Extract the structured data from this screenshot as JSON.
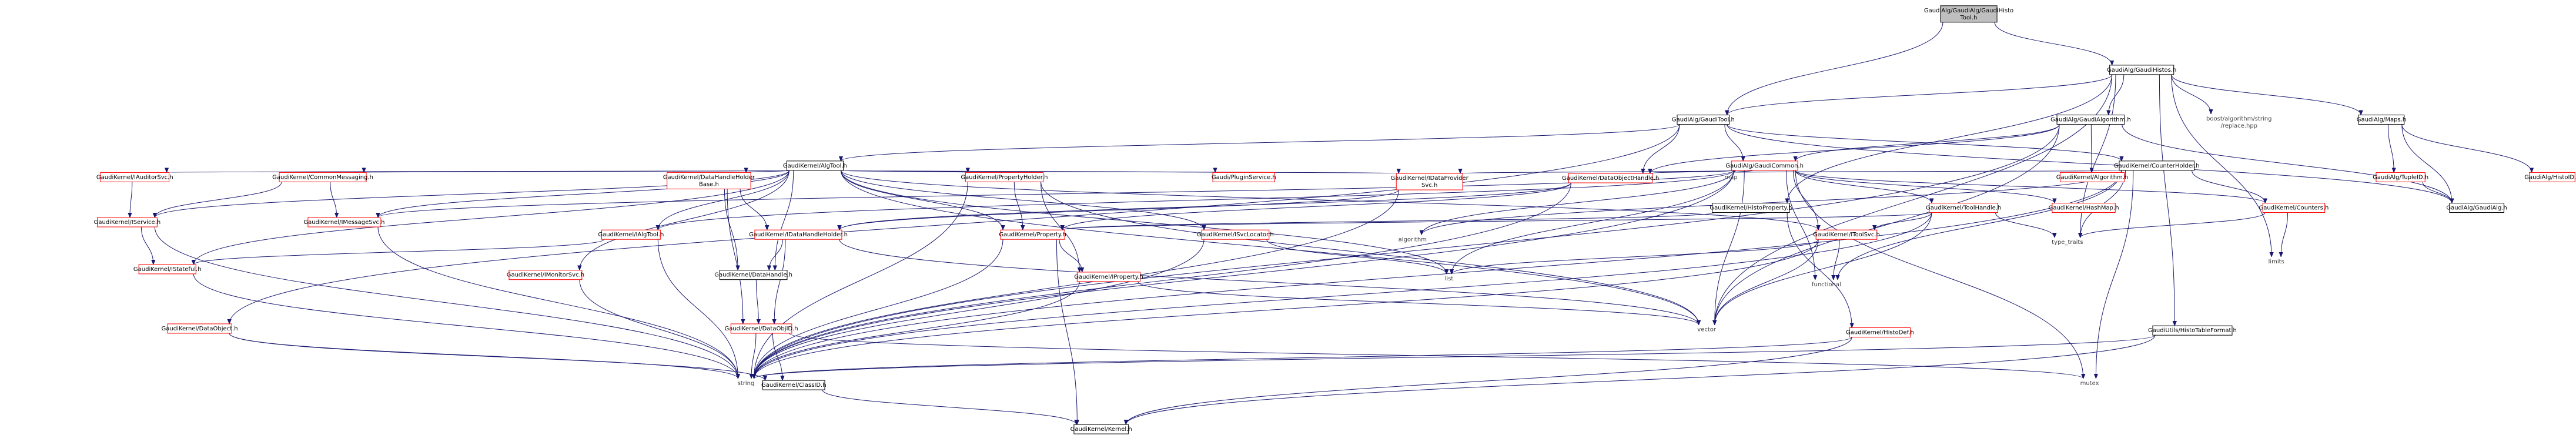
{
  "nodes": [
    {
      "id": "root",
      "lines": [
        "GaudiAlg/GaudiAlg/GaudiHisto",
        "Tool.h"
      ],
      "kind": "root"
    },
    {
      "id": "gaudihistos",
      "lines": [
        "GaudiAlg/GaudiHistos.h"
      ],
      "kind": "black"
    },
    {
      "id": "gauditool",
      "lines": [
        "GaudiAlg/GaudiTool.h"
      ],
      "kind": "black"
    },
    {
      "id": "gaudialgorithm",
      "lines": [
        "GaudiAlg/GaudiAlgorithm.h"
      ],
      "kind": "black"
    },
    {
      "id": "boostreplace",
      "lines": [
        "boost/algorithm/string",
        "/replace.hpp"
      ],
      "kind": "plain"
    },
    {
      "id": "maps",
      "lines": [
        "GaudiAlg/Maps.h"
      ],
      "kind": "black"
    },
    {
      "id": "algtool",
      "lines": [
        "GaudiKernel/AlgTool.h"
      ],
      "kind": "black"
    },
    {
      "id": "gaudicommon",
      "lines": [
        "GaudiAlg/GaudiCommon.h"
      ],
      "kind": "red"
    },
    {
      "id": "counterholder",
      "lines": [
        "GaudiKernel/CounterHolder.h"
      ],
      "kind": "black"
    },
    {
      "id": "algorithmh",
      "lines": [
        "GaudiKernel/Algorithm.h"
      ],
      "kind": "red"
    },
    {
      "id": "tupleid",
      "lines": [
        "GaudiAlg/TupleID.h"
      ],
      "kind": "red"
    },
    {
      "id": "histoid",
      "lines": [
        "GaudiAlg/HistoID.h"
      ],
      "kind": "red"
    },
    {
      "id": "iauditorsvc",
      "lines": [
        "GaudiKernel/IAuditorSvc.h"
      ],
      "kind": "red"
    },
    {
      "id": "commonmessaging",
      "lines": [
        "GaudiKernel/CommonMessaging.h"
      ],
      "kind": "red"
    },
    {
      "id": "datahandleholderbase",
      "lines": [
        "GaudiKernel/DataHandleHolder",
        "Base.h"
      ],
      "kind": "red"
    },
    {
      "id": "propertyholder",
      "lines": [
        "GaudiKernel/PropertyHolder.h"
      ],
      "kind": "red"
    },
    {
      "id": "ipluginservice",
      "lines": [
        "Gaudi/PluginService.h"
      ],
      "kind": "red"
    },
    {
      "id": "idataprovidersvc",
      "lines": [
        "GaudiKernel/IDataProvider",
        "Svc.h"
      ],
      "kind": "red"
    },
    {
      "id": "dataobjecthandle",
      "lines": [
        "GaudiKernel/DataObjectHandle.h"
      ],
      "kind": "red"
    },
    {
      "id": "map",
      "lines": [
        "map"
      ],
      "kind": "plain"
    },
    {
      "id": "histoproperty",
      "lines": [
        "GaudiKernel/HistoProperty.h"
      ],
      "kind": "black"
    },
    {
      "id": "itoolhandle",
      "lines": [
        "GaudiKernel/ToolHandle.h"
      ],
      "kind": "red"
    },
    {
      "id": "hashmap",
      "lines": [
        "GaudiKernel/HashMap.h"
      ],
      "kind": "red"
    },
    {
      "id": "counters",
      "lines": [
        "GaudiKernel/Counters.h"
      ],
      "kind": "red"
    },
    {
      "id": "gaudialgh",
      "lines": [
        "GaudiAlg/GaudiAlg.h"
      ],
      "kind": "black"
    },
    {
      "id": "iservice",
      "lines": [
        "GaudiKernel/IService.h"
      ],
      "kind": "red"
    },
    {
      "id": "imessagesvc",
      "lines": [
        "GaudiKernel/IMessageSvc.h"
      ],
      "kind": "red"
    },
    {
      "id": "ialgtool",
      "lines": [
        "GaudiKernel/IAlgTool.h"
      ],
      "kind": "red"
    },
    {
      "id": "idatahandleholder",
      "lines": [
        "GaudiKernel/IDataHandleHolder.h"
      ],
      "kind": "red"
    },
    {
      "id": "iproperty_k",
      "lines": [
        "GaudiKernel/Property.h"
      ],
      "kind": "red"
    },
    {
      "id": "isvclocator",
      "lines": [
        "GaudiKernel/ISvcLocator.h"
      ],
      "kind": "red"
    },
    {
      "id": "algorithm",
      "lines": [
        "algorithm"
      ],
      "kind": "plain"
    },
    {
      "id": "itoolsvc",
      "lines": [
        "GaudiKernel/IToolSvc.h"
      ],
      "kind": "red"
    },
    {
      "id": "typetraits",
      "lines": [
        "type_traits"
      ],
      "kind": "plain"
    },
    {
      "id": "limits",
      "lines": [
        "limits"
      ],
      "kind": "plain"
    },
    {
      "id": "istateful",
      "lines": [
        "GaudiKernel/IStateful.h"
      ],
      "kind": "red"
    },
    {
      "id": "imonitorsvc",
      "lines": [
        "GaudiKernel/IMonitorSvc.h"
      ],
      "kind": "red"
    },
    {
      "id": "datahandle",
      "lines": [
        "GaudiKernel/DataHandle.h"
      ],
      "kind": "black"
    },
    {
      "id": "iproperty",
      "lines": [
        "GaudiKernel/IProperty.h"
      ],
      "kind": "red"
    },
    {
      "id": "list",
      "lines": [
        "list"
      ],
      "kind": "plain"
    },
    {
      "id": "functional",
      "lines": [
        "functional"
      ],
      "kind": "plain"
    },
    {
      "id": "vector",
      "lines": [
        "vector"
      ],
      "kind": "plain"
    },
    {
      "id": "histodef",
      "lines": [
        "GaudiKernel/HistoDef.h"
      ],
      "kind": "red"
    },
    {
      "id": "dataobject",
      "lines": [
        "GaudiKernel/DataObject.h"
      ],
      "kind": "red"
    },
    {
      "id": "dataobjid",
      "lines": [
        "GaudiKernel/DataObjID.h"
      ],
      "kind": "red"
    },
    {
      "id": "histotableformat",
      "lines": [
        "GaudiUtils/HistoTableFormat.h"
      ],
      "kind": "black"
    },
    {
      "id": "string",
      "lines": [
        "string"
      ],
      "kind": "plain"
    },
    {
      "id": "mutex",
      "lines": [
        "mutex"
      ],
      "kind": "plain"
    },
    {
      "id": "classid",
      "lines": [
        "GaudiKernel/ClassID.h"
      ],
      "kind": "black"
    },
    {
      "id": "kernelh",
      "lines": [
        "GaudiKernel/Kernel.h"
      ],
      "kind": "black"
    }
  ],
  "edges": [
    [
      "root",
      "gaudihistos"
    ],
    [
      "root",
      "gauditool"
    ],
    [
      "gaudihistos",
      "gauditool"
    ],
    [
      "gaudihistos",
      "gaudialgorithm"
    ],
    [
      "gaudihistos",
      "boostreplace"
    ],
    [
      "gaudihistos",
      "maps"
    ],
    [
      "gaudihistos",
      "histoproperty"
    ],
    [
      "gaudihistos",
      "typetraits"
    ],
    [
      "gaudihistos",
      "limits"
    ],
    [
      "gaudihistos",
      "histotableformat"
    ],
    [
      "gaudihistos",
      "vector"
    ],
    [
      "gauditool",
      "algtool"
    ],
    [
      "gauditool",
      "gaudicommon"
    ],
    [
      "gauditool",
      "counterholder"
    ],
    [
      "gauditool",
      "gaudialgh"
    ],
    [
      "gauditool",
      "dataobjecthandle"
    ],
    [
      "gauditool",
      "dataobject"
    ],
    [
      "gaudialgorithm",
      "gaudicommon"
    ],
    [
      "gaudialgorithm",
      "algorithmh"
    ],
    [
      "gaudialgorithm",
      "gaudialgh"
    ],
    [
      "gaudialgorithm",
      "dataobjecthandle"
    ],
    [
      "gaudialgorithm",
      "vector"
    ],
    [
      "gaudialgorithm",
      "string"
    ],
    [
      "maps",
      "gaudialgh"
    ],
    [
      "maps",
      "tupleid"
    ],
    [
      "maps",
      "histoid"
    ],
    [
      "tupleid",
      "gaudialgh"
    ],
    [
      "algtool",
      "iauditorsvc"
    ],
    [
      "algtool",
      "commonmessaging"
    ],
    [
      "algtool",
      "datahandleholderbase"
    ],
    [
      "algtool",
      "propertyholder"
    ],
    [
      "algtool",
      "ipluginservice"
    ],
    [
      "algtool",
      "idataprovidersvc"
    ],
    [
      "algtool",
      "iservice"
    ],
    [
      "algtool",
      "imessagesvc"
    ],
    [
      "algtool",
      "ialgtool"
    ],
    [
      "algtool",
      "isvclocator"
    ],
    [
      "algtool",
      "iproperty_k"
    ],
    [
      "algtool",
      "itoolsvc"
    ],
    [
      "algtool",
      "istateful"
    ],
    [
      "algtool",
      "imonitorsvc"
    ],
    [
      "algtool",
      "list"
    ],
    [
      "algtool",
      "vector"
    ],
    [
      "algtool",
      "datahandle"
    ],
    [
      "gaudicommon",
      "map"
    ],
    [
      "gaudicommon",
      "idataprovidersvc"
    ],
    [
      "gaudicommon",
      "dataobjecthandle"
    ],
    [
      "gaudicommon",
      "itoolhandle"
    ],
    [
      "gaudicommon",
      "hashmap"
    ],
    [
      "gaudicommon",
      "counters"
    ],
    [
      "gaudicommon",
      "algorithm"
    ],
    [
      "gaudicommon",
      "vector"
    ],
    [
      "gaudicommon",
      "string"
    ],
    [
      "gaudicommon",
      "mutex"
    ],
    [
      "gaudicommon",
      "list"
    ],
    [
      "gaudicommon",
      "ialgtool"
    ],
    [
      "gaudicommon",
      "itoolsvc"
    ],
    [
      "gaudicommon",
      "functional"
    ],
    [
      "gaudicommon",
      "imessagesvc"
    ],
    [
      "counterholder",
      "counters"
    ],
    [
      "counterholder",
      "map"
    ],
    [
      "counterholder",
      "algorithm"
    ],
    [
      "counterholder",
      "functional"
    ],
    [
      "counterholder",
      "typetraits"
    ],
    [
      "counterholder",
      "mutex"
    ],
    [
      "counterholder",
      "string"
    ],
    [
      "counters",
      "typetraits"
    ],
    [
      "counters",
      "limits"
    ],
    [
      "iauditorsvc",
      "iservice"
    ],
    [
      "commonmessaging",
      "iservice"
    ],
    [
      "commonmessaging",
      "imessagesvc"
    ],
    [
      "datahandleholderbase",
      "idatahandleholder"
    ],
    [
      "datahandleholderbase",
      "datahandle"
    ],
    [
      "datahandleholderbase",
      "dataobjid"
    ],
    [
      "propertyholder",
      "iproperty_k"
    ],
    [
      "propertyholder",
      "iproperty"
    ],
    [
      "propertyholder",
      "vector"
    ],
    [
      "propertyholder",
      "string"
    ],
    [
      "idataprovidersvc",
      "idatahandleholder"
    ],
    [
      "idataprovidersvc",
      "string"
    ],
    [
      "dataobjecthandle",
      "iproperty_k"
    ],
    [
      "dataobjecthandle",
      "idatahandleholder"
    ],
    [
      "dataobjecthandle",
      "string"
    ],
    [
      "histoproperty",
      "iproperty_k"
    ],
    [
      "histoproperty",
      "histodef"
    ],
    [
      "itoolhandle",
      "iproperty_k"
    ],
    [
      "itoolhandle",
      "itoolsvc"
    ],
    [
      "itoolhandle",
      "typetraits"
    ],
    [
      "itoolhandle",
      "string"
    ],
    [
      "itoolhandle",
      "vector"
    ],
    [
      "iservice",
      "istateful"
    ],
    [
      "iservice",
      "string"
    ],
    [
      "imessagesvc",
      "string"
    ],
    [
      "ialgtool",
      "string"
    ],
    [
      "ialgtool",
      "istateful"
    ],
    [
      "idatahandleholder",
      "datahandle"
    ],
    [
      "idatahandleholder",
      "dataobjid"
    ],
    [
      "idatahandleholder",
      "vector"
    ],
    [
      "iproperty_k",
      "iproperty"
    ],
    [
      "iproperty_k",
      "string"
    ],
    [
      "iproperty_k",
      "kernelh"
    ],
    [
      "isvclocator",
      "list"
    ],
    [
      "isvclocator",
      "string"
    ],
    [
      "itoolsvc",
      "list"
    ],
    [
      "itoolsvc",
      "functional"
    ],
    [
      "itoolsvc",
      "string"
    ],
    [
      "itoolsvc",
      "vector"
    ],
    [
      "istateful",
      "string"
    ],
    [
      "imonitorsvc",
      "string"
    ],
    [
      "datahandle",
      "dataobjid"
    ],
    [
      "iproperty",
      "string"
    ],
    [
      "iproperty",
      "vector"
    ],
    [
      "histodef",
      "string"
    ],
    [
      "histodef",
      "kernelh"
    ],
    [
      "dataobject",
      "classid"
    ],
    [
      "dataobject",
      "string"
    ],
    [
      "dataobjid",
      "classid"
    ],
    [
      "dataobjid",
      "string"
    ],
    [
      "dataobjid",
      "mutex"
    ],
    [
      "histotableformat",
      "string"
    ],
    [
      "histotableformat",
      "kernelh"
    ],
    [
      "classid",
      "kernelh"
    ]
  ]
}
